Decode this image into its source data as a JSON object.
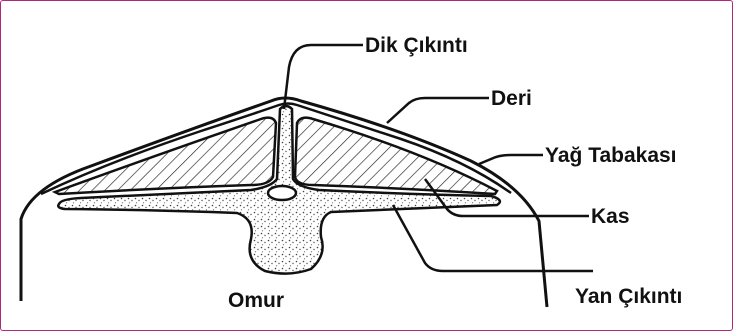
{
  "colors": {
    "frame": "#b0287a",
    "ink": "#111111"
  },
  "labels": {
    "dik_cikinti": "Dik Çıkıntı",
    "deri": "Deri",
    "yag_tabakasi": "Yağ Tabakası",
    "kas": "Kas",
    "omur": "Omur",
    "yan_cikinti": "Yan Çıkıntı"
  }
}
